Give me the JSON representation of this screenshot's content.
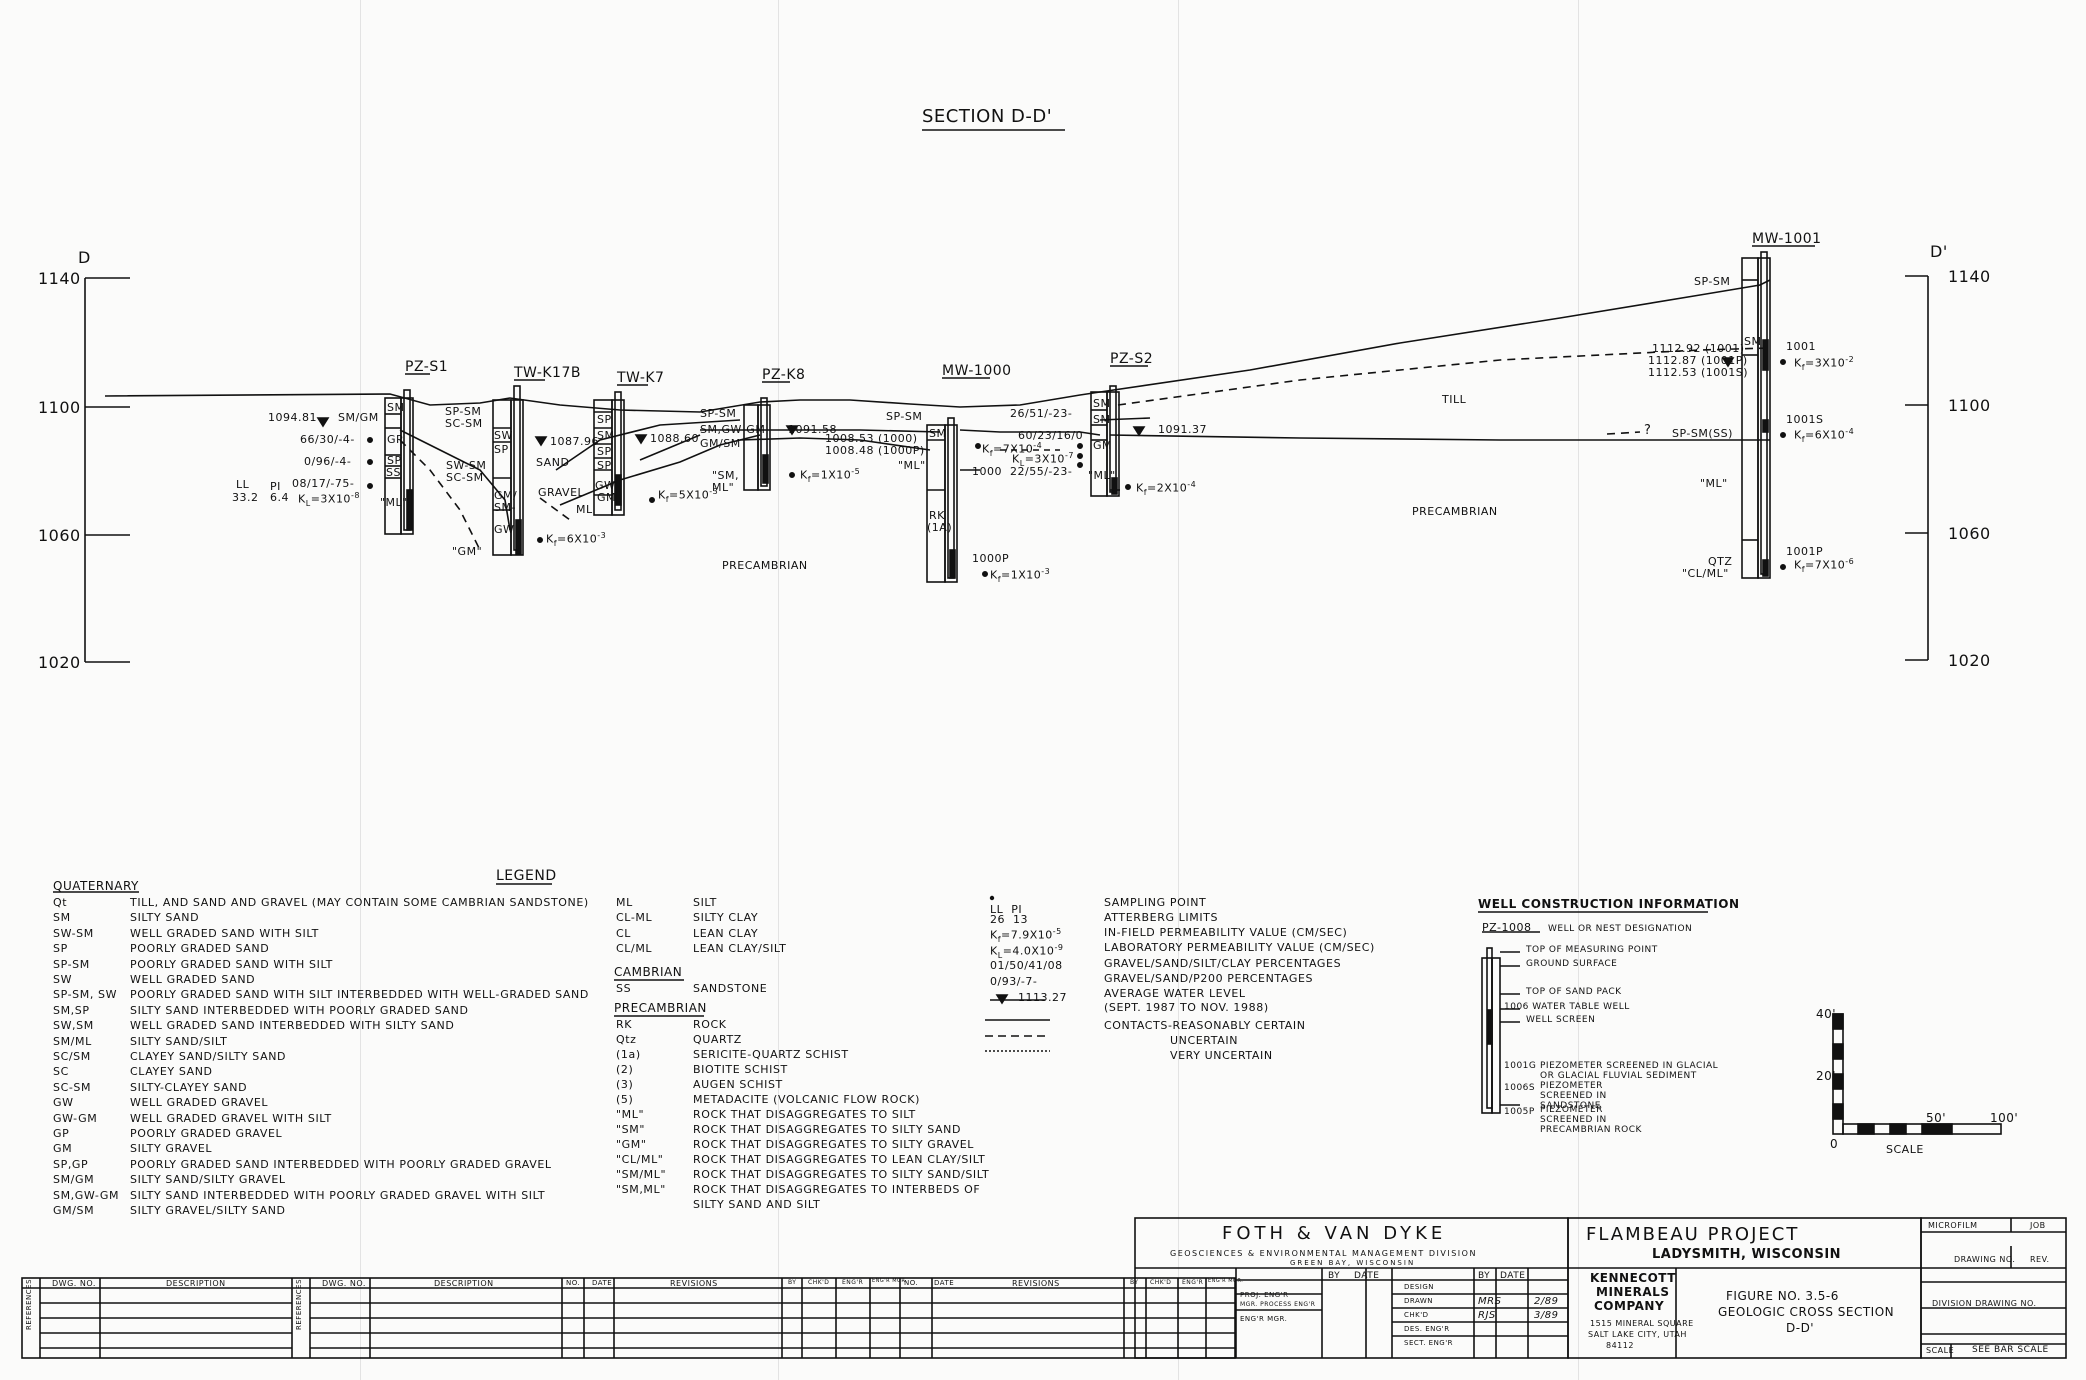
{
  "title": "SECTION D-D'",
  "section_ends": {
    "left": "D",
    "right": "D'"
  },
  "elevation_ticks": [
    "1140",
    "1100",
    "1060",
    "1020"
  ],
  "wells": {
    "pz_s1": "PZ-S1",
    "tw_k17b": "TW-K17B",
    "tw_k7": "TW-K7",
    "pz_k8": "PZ-K8",
    "mw_1000": "MW-1000",
    "pz_s2": "PZ-S2",
    "mw_1001": "MW-1001"
  },
  "section_labels": {
    "wl_1094": "1094.81",
    "sm_gm_1": "SM/GM",
    "grad_66": "66/30/-4-",
    "grad_0_96": "0/96/-4-",
    "ll": "LL",
    "ll_val": "33.2",
    "pi": "PI",
    "pi_val": "6.4",
    "grad_08": "08/17/-75-",
    "kl_1": "K",
    "kl_1_sub": "L",
    "kl_1_val": "=3X10",
    "kl_1_exp": "-8",
    "ml_1": "\"ML\"",
    "s1_sm": "SM",
    "s1_gp": "GP",
    "s1_sp": "SP",
    "s1_ss": "SS",
    "sp_sm_1": "SP-SM",
    "sc_sm_1": "SC-SM",
    "sw_sm_1": "SW-SM",
    "sc_sm_2": "SC-SM",
    "k17_sw": "SW",
    "k17_sp": "SP",
    "k17_gm": "GM/",
    "k17_sm": "SM-",
    "k17_gw": "GW",
    "sand": "SAND",
    "gravel": "GRAVEL",
    "wl_1087": "1087.96",
    "gm_q": "\"GM\"",
    "kf_6": "=6X10",
    "kf_6_exp": "-3",
    "k7_sp1": "SP",
    "k7_sm": "SM",
    "k7_sp2": "SP",
    "k7_sp3": "SP",
    "k7_gw": "GW-",
    "k7_gm": "GM",
    "k7_ml": "ML",
    "wl_1088": "1088.60",
    "kf_5": "=5X10",
    "kf_5_exp": "-3",
    "sp_sm_k8": "SP-SM",
    "sm_gw_gm": "SM,GW-GM",
    "gm_sm": "GM/SM",
    "wl_1091_58": "1091.58",
    "wl_1008_53": "1008.53  (1000)",
    "wl_1008_48": "1008.48  (1000P)",
    "sm_ml_1": "\"SM,",
    "sm_ml_2": "ML\"",
    "kf_k8": "=1X10",
    "kf_k8_exp": "-5",
    "sp_sm_mw": "SP-SM",
    "mw_sm": "SM",
    "mw_ml": "\"ML\"",
    "mw_rk": "RK",
    "mw_1a": "(1A)",
    "mw_kf7": "=7X10",
    "mw_kf7_exp": "-4",
    "mw_1000_lbl": "1000",
    "mw_1000p": "1000P",
    "mw_kf1": "=1X10",
    "mw_kf1_exp": "-3",
    "grad_26": "26/51/-23-",
    "grad_60": "60/23/16/0",
    "kl_2_val": "=3X10",
    "kl_2_exp": "-7",
    "grad_22": "22/55/-23-",
    "s2_sm1": "SM",
    "s2_sm2": "SM",
    "s2_gm": "GM",
    "s2_ml": "\"ML\"",
    "wl_1091_37": "1091.37",
    "kf_s2": "=2X10",
    "kf_s2_exp": "-4",
    "precambrian_1": "PRECAMBRIAN",
    "precambrian_2": "PRECAMBRIAN",
    "till": "TILL",
    "sp_sm_top": "SP-SM",
    "sp_sm_ss": "SP-SM(SS)",
    "q_mark": "?",
    "mw1001_sm": "SM",
    "wl_1112_92": "1112.92  (1001)",
    "wl_1112_87": "1112.87  (1001P)",
    "wl_1112_53": "1112.53  (1001S)",
    "lbl_1001": "1001",
    "kf_1001": "=3X10",
    "kf_1001_exp": "-2",
    "lbl_1001s": "1001S",
    "kf_1001s": "=6X10",
    "kf_1001s_exp": "-4",
    "ml_1001": "\"ML\"",
    "qtz": "QTZ",
    "cl_ml": "\"CL/ML\"",
    "lbl_1001p": "1001P",
    "kf_1001p": "=7X10",
    "kf_1001p_exp": "-6"
  },
  "legend": {
    "title": "LEGEND",
    "quaternary_heading": "QUATERNARY",
    "quaternary": [
      {
        "code": "Qt",
        "desc": "TILL, AND SAND AND GRAVEL (MAY CONTAIN SOME CAMBRIAN SANDSTONE)"
      },
      {
        "code": "SM",
        "desc": "SILTY SAND"
      },
      {
        "code": "SW-SM",
        "desc": "WELL GRADED SAND WITH SILT"
      },
      {
        "code": "SP",
        "desc": "POORLY GRADED SAND"
      },
      {
        "code": "SP-SM",
        "desc": "POORLY GRADED SAND WITH SILT"
      },
      {
        "code": "SW",
        "desc": "WELL GRADED SAND"
      },
      {
        "code": "SP-SM, SW",
        "desc": "POORLY GRADED SAND WITH SILT INTERBEDDED WITH WELL-GRADED SAND"
      },
      {
        "code": "SM,SP",
        "desc": "SILTY SAND INTERBEDDED WITH POORLY GRADED SAND"
      },
      {
        "code": "SW,SM",
        "desc": "WELL GRADED SAND INTERBEDDED WITH SILTY SAND"
      },
      {
        "code": "SM/ML",
        "desc": "SILTY SAND/SILT"
      },
      {
        "code": "SC/SM",
        "desc": "CLAYEY SAND/SILTY SAND"
      },
      {
        "code": "SC",
        "desc": "CLAYEY SAND"
      },
      {
        "code": "SC-SM",
        "desc": "SILTY-CLAYEY SAND"
      },
      {
        "code": "GW",
        "desc": "WELL GRADED GRAVEL"
      },
      {
        "code": "GW-GM",
        "desc": "WELL GRADED GRAVEL WITH SILT"
      },
      {
        "code": "GP",
        "desc": "POORLY GRADED GRAVEL"
      },
      {
        "code": "GM",
        "desc": "SILTY GRAVEL"
      },
      {
        "code": "SP,GP",
        "desc": "POORLY GRADED SAND INTERBEDDED WITH POORLY GRADED GRAVEL"
      },
      {
        "code": "SM/GM",
        "desc": "SILTY SAND/SILTY GRAVEL"
      },
      {
        "code": "SM,GW-GM",
        "desc": "SILTY SAND INTERBEDDED WITH POORLY GRADED GRAVEL WITH SILT"
      },
      {
        "code": "GM/SM",
        "desc": "SILTY GRAVEL/SILTY SAND"
      }
    ],
    "col2": [
      {
        "code": "ML",
        "desc": "SILT"
      },
      {
        "code": "CL-ML",
        "desc": "SILTY CLAY"
      },
      {
        "code": "CL",
        "desc": "LEAN CLAY"
      },
      {
        "code": "CL/ML",
        "desc": "LEAN CLAY/SILT"
      }
    ],
    "cambrian_heading": "CAMBRIAN",
    "cambrian": [
      {
        "code": "SS",
        "desc": "SANDSTONE"
      }
    ],
    "precambrian_heading": "PRECAMBRIAN",
    "precambrian": [
      {
        "code": "RK",
        "desc": "ROCK"
      },
      {
        "code": "Qtz",
        "desc": "QUARTZ"
      },
      {
        "code": "(1a)",
        "desc": "SERICITE-QUARTZ SCHIST"
      },
      {
        "code": "(2)",
        "desc": "BIOTITE SCHIST"
      },
      {
        "code": "(3)",
        "desc": "AUGEN SCHIST"
      },
      {
        "code": "(5)",
        "desc": "METADACITE (VOLCANIC FLOW ROCK)"
      },
      {
        "code": "\"ML\"",
        "desc": "ROCK THAT DISAGGREGATES TO SILT"
      },
      {
        "code": "\"SM\"",
        "desc": "ROCK THAT DISAGGREGATES TO SILTY SAND"
      },
      {
        "code": "\"GM\"",
        "desc": "ROCK THAT DISAGGREGATES TO SILTY GRAVEL"
      },
      {
        "code": "\"CL/ML\"",
        "desc": "ROCK THAT DISAGGREGATES TO LEAN CLAY/SILT"
      },
      {
        "code": "\"SM/ML\"",
        "desc": "ROCK THAT DISAGGREGATES TO SILTY SAND/SILT"
      },
      {
        "code": "\"SM,ML\"",
        "desc": "ROCK THAT DISAGGREGATES TO INTERBEDS OF"
      },
      {
        "code": "",
        "desc": "SILTY SAND AND SILT"
      }
    ],
    "symbols": [
      "SAMPLING POINT",
      "ATTERBERG LIMITS",
      "IN-FIELD PERMEABILITY VALUE (CM/SEC)",
      "LABORATORY PERMEABILITY VALUE (CM/SEC)",
      "GRAVEL/SAND/SILT/CLAY PERCENTAGES",
      "GRAVEL/SAND/P200 PERCENTAGES",
      "AVERAGE WATER LEVEL",
      "(SEPT. 1987 TO NOV. 1988)",
      "CONTACTS-REASONABLY CERTAIN",
      "UNCERTAIN",
      "VERY UNCERTAIN"
    ],
    "symbol_samples": {
      "ll": "LL",
      "pi": "PI",
      "ll_v": "26",
      "pi_v": "13",
      "kf": "K",
      "kf_sub": "f",
      "kf_val": "=7.9X10",
      "kf_exp": "-5",
      "kl": "K",
      "kl_sub": "L",
      "kl_val": "=4.0X10",
      "kl_exp": "-9",
      "gs1": "01/50/41/08",
      "gs2": "0/93/-7-",
      "wl": "1113.27"
    }
  },
  "well_construction": {
    "title": "WELL CONSTRUCTION INFORMATION",
    "designation": "PZ-1008",
    "items": [
      "WELL OR NEST DESIGNATION",
      "TOP OF MEASURING POINT",
      "GROUND SURFACE",
      "TOP OF SAND PACK",
      "1006  WATER TABLE WELL",
      "WELL SCREEN"
    ],
    "notes": [
      {
        "code": "1001G",
        "desc": "PIEZOMETER SCREENED IN GLACIAL OR GLACIAL FLUVIAL SEDIMENT"
      },
      {
        "code": "1006S",
        "desc": "PIEZOMETER SCREENED IN SANDSTONE"
      },
      {
        "code": "1005P",
        "desc": "PIEZOMETER SCREENED IN PRECAMBRIAN ROCK"
      }
    ]
  },
  "scale_bar": {
    "v40": "40'",
    "v20": "20'",
    "zero": "0",
    "h50": "50'",
    "h100": "100'",
    "label": "SCALE"
  },
  "title_block": {
    "firm": "FOTH & VAN DYKE",
    "firm_sub1": "GEOSCIENCES & ENVIRONMENTAL MANAGEMENT DIVISION",
    "firm_sub2": "GREEN BAY, WISCONSIN",
    "project": "FLAMBEAU PROJECT",
    "location": "LADYSMITH, WISCONSIN",
    "client1": "KENNECOTT",
    "client2": "MINERALS",
    "client3": "COMPANY",
    "addr1": "1515 MINERAL SQUARE",
    "addr2": "SALT LAKE CITY, UTAH",
    "addr3": "84112",
    "figure_no": "FIGURE NO. 3.5-6",
    "figure_title": "GEOLOGIC CROSS SECTION",
    "figure_sub": "D-D'",
    "microfilm": "MICROFILM",
    "job": "JOB",
    "drawing_no": "DRAWING NO.",
    "rev": "REV.",
    "division_drawing_no": "DIVISION DRAWING NO.",
    "scale": "SCALE",
    "scale_val": "SEE BAR SCALE",
    "proj_engr": "PROJ. ENG'R",
    "mgr_process": "MGR. PROCESS ENG'R",
    "engr_mgr": "ENG'R MGR.",
    "design": "DESIGN",
    "drawn": "DRAWN",
    "chkd": "CHK'D",
    "des_engr": "DES. ENG'R",
    "sect_engr": "SECT. ENG'R",
    "by": "BY",
    "date": "DATE",
    "drawn_by": "MRS",
    "drawn_date": "2/89",
    "chkd_by": "RJS",
    "chkd_date": "3/89"
  },
  "ref_table": {
    "references": "REFERENCES",
    "dwg_no": "DWG. NO.",
    "description": "DESCRIPTION",
    "no": "NO.",
    "date": "DATE",
    "revisions": "REVISIONS",
    "by": "BY",
    "chkd": "CHK'D",
    "engr": "ENG'R",
    "engr_mgr": "ENG'R MGR."
  }
}
